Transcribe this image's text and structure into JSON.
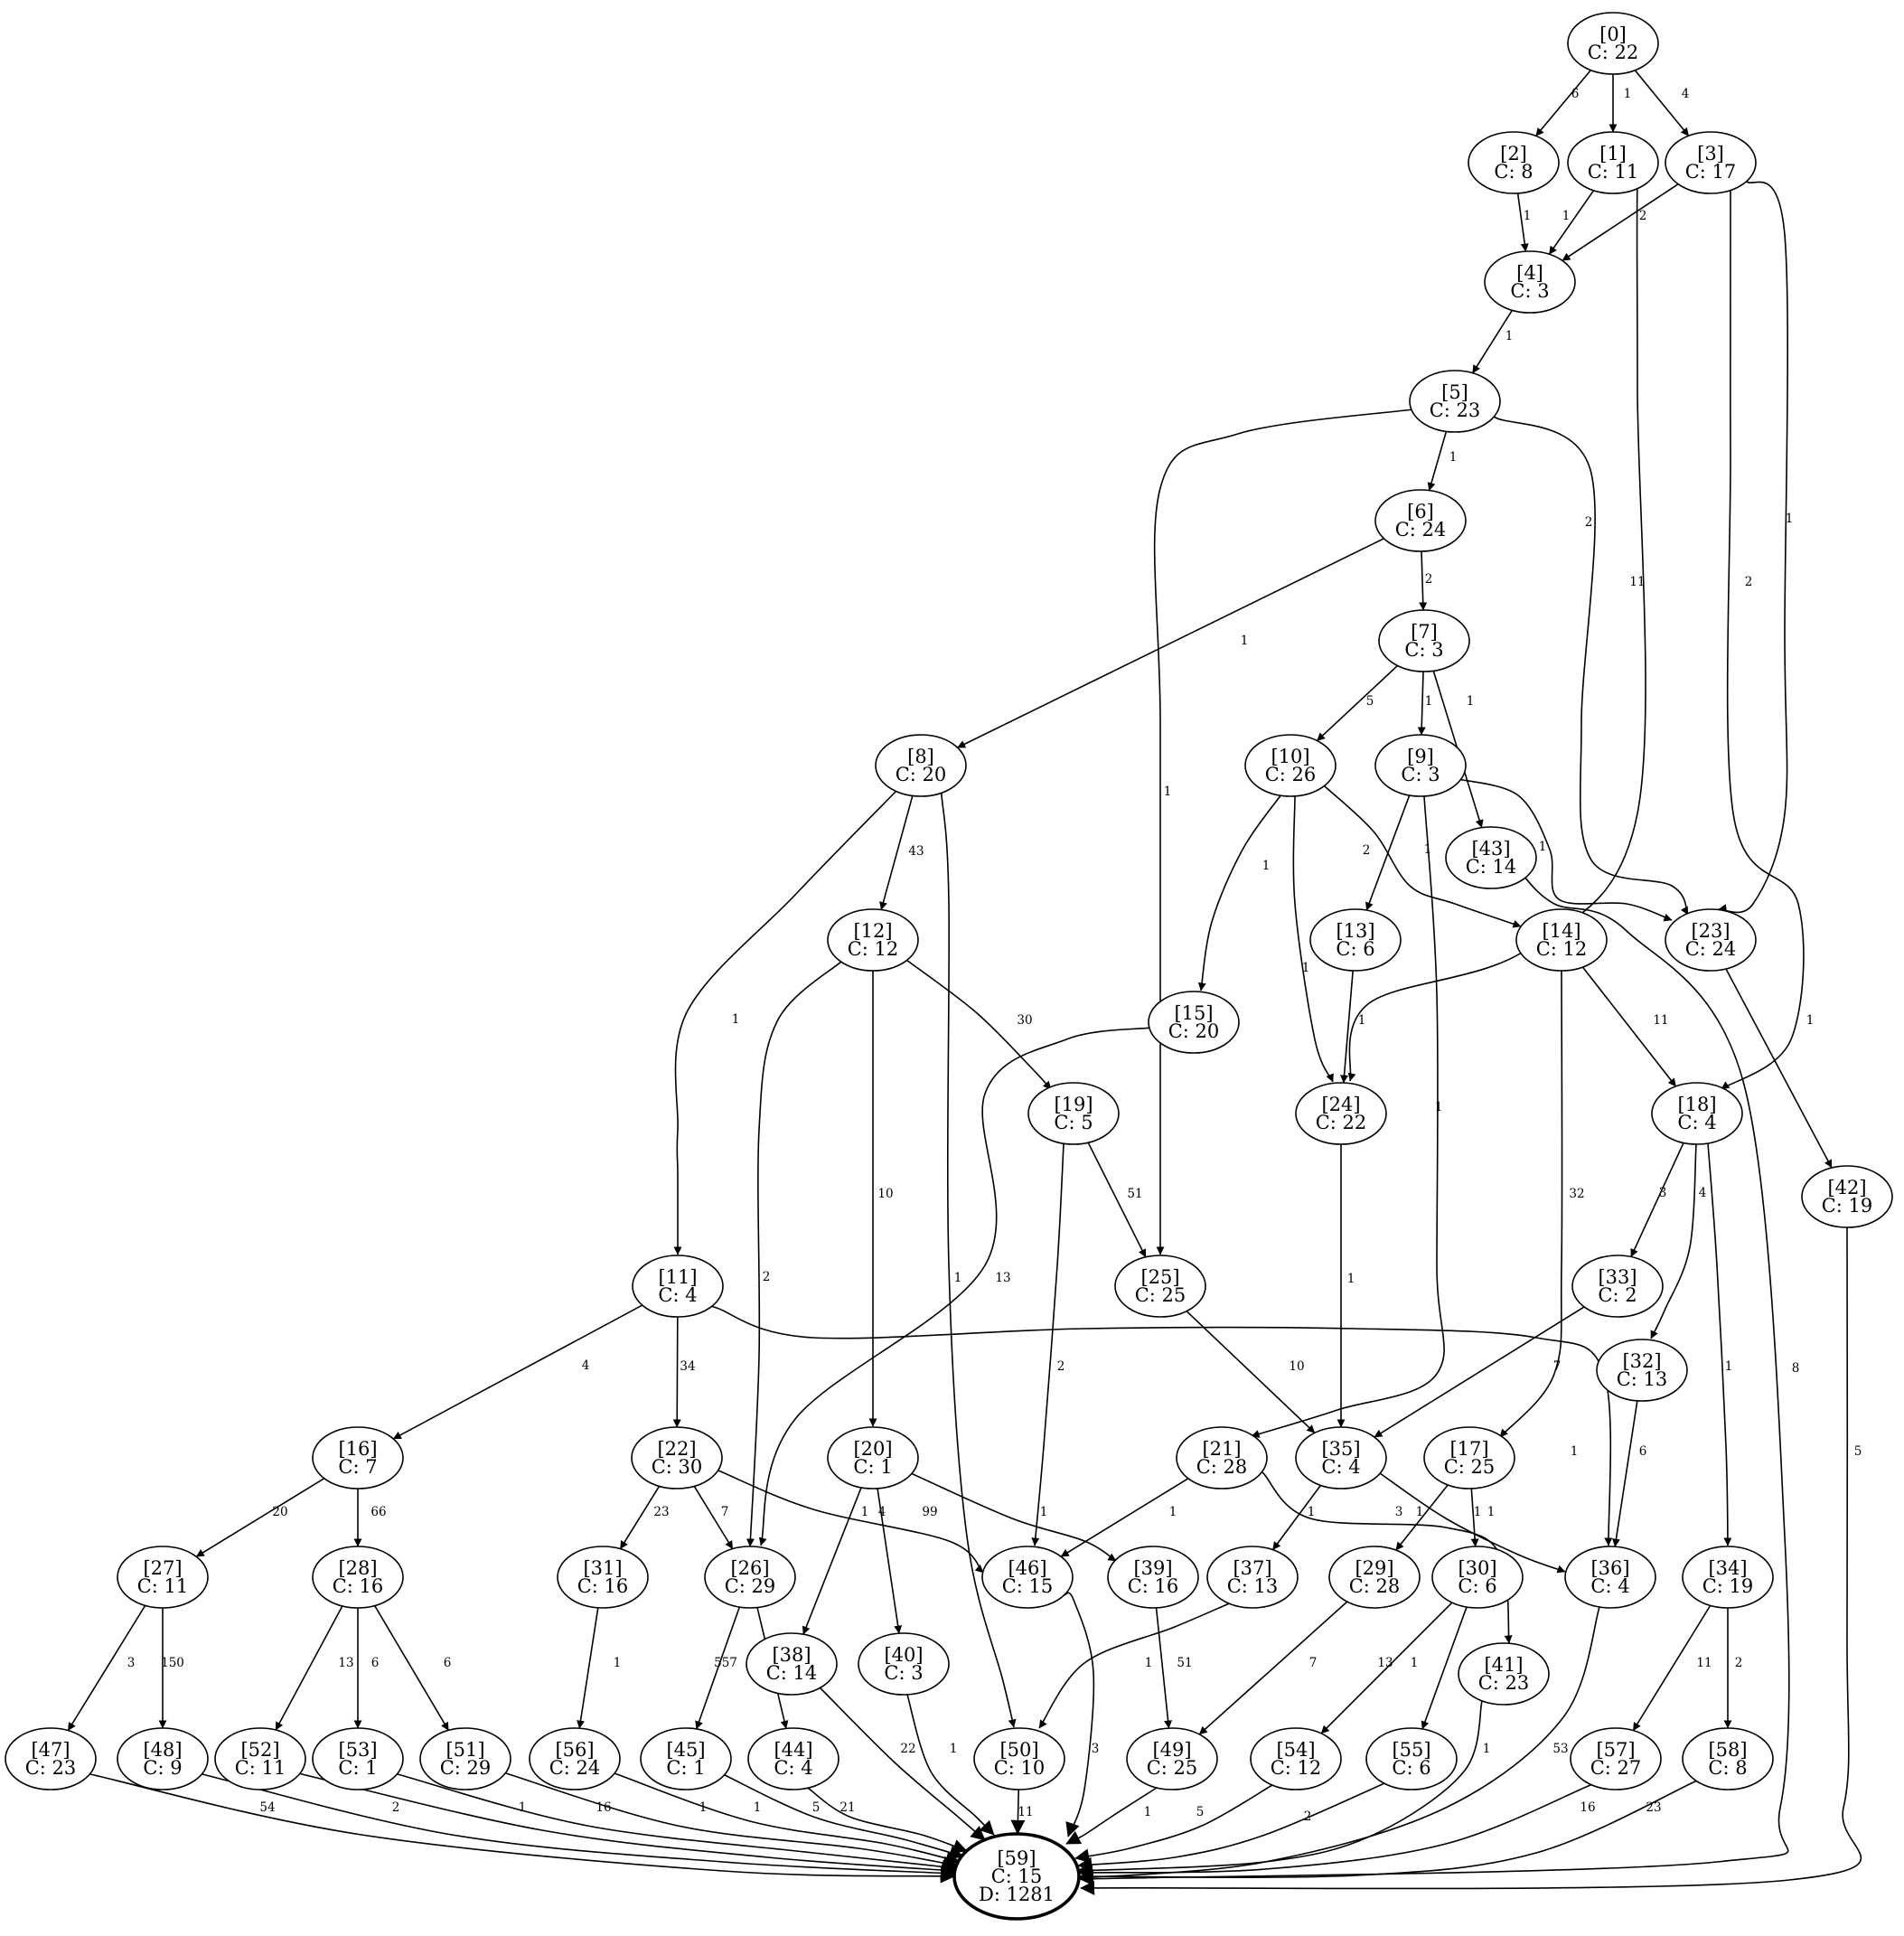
{
  "diagram": {
    "nodes": [
      {
        "id": "0",
        "lines": [
          "[0]",
          "C: 22"
        ]
      },
      {
        "id": "1",
        "lines": [
          "[1]",
          "C: 11"
        ]
      },
      {
        "id": "2",
        "lines": [
          "[2]",
          "C: 8"
        ]
      },
      {
        "id": "3",
        "lines": [
          "[3]",
          "C: 17"
        ]
      },
      {
        "id": "4",
        "lines": [
          "[4]",
          "C: 3"
        ]
      },
      {
        "id": "5",
        "lines": [
          "[5]",
          "C: 23"
        ]
      },
      {
        "id": "6",
        "lines": [
          "[6]",
          "C: 24"
        ]
      },
      {
        "id": "7",
        "lines": [
          "[7]",
          "C: 3"
        ]
      },
      {
        "id": "8",
        "lines": [
          "[8]",
          "C: 20"
        ]
      },
      {
        "id": "9",
        "lines": [
          "[9]",
          "C: 3"
        ]
      },
      {
        "id": "10",
        "lines": [
          "[10]",
          "C: 26"
        ]
      },
      {
        "id": "11",
        "lines": [
          "[11]",
          "C: 4"
        ]
      },
      {
        "id": "12",
        "lines": [
          "[12]",
          "C: 12"
        ]
      },
      {
        "id": "13",
        "lines": [
          "[13]",
          "C: 6"
        ]
      },
      {
        "id": "14",
        "lines": [
          "[14]",
          "C: 12"
        ]
      },
      {
        "id": "15",
        "lines": [
          "[15]",
          "C: 20"
        ]
      },
      {
        "id": "16",
        "lines": [
          "[16]",
          "C: 7"
        ]
      },
      {
        "id": "17",
        "lines": [
          "[17]",
          "C: 25"
        ]
      },
      {
        "id": "18",
        "lines": [
          "[18]",
          "C: 4"
        ]
      },
      {
        "id": "19",
        "lines": [
          "[19]",
          "C: 5"
        ]
      },
      {
        "id": "20",
        "lines": [
          "[20]",
          "C: 1"
        ]
      },
      {
        "id": "21",
        "lines": [
          "[21]",
          "C: 28"
        ]
      },
      {
        "id": "22",
        "lines": [
          "[22]",
          "C: 30"
        ]
      },
      {
        "id": "23",
        "lines": [
          "[23]",
          "C: 24"
        ]
      },
      {
        "id": "24",
        "lines": [
          "[24]",
          "C: 22"
        ]
      },
      {
        "id": "25",
        "lines": [
          "[25]",
          "C: 25"
        ]
      },
      {
        "id": "26",
        "lines": [
          "[26]",
          "C: 29"
        ]
      },
      {
        "id": "27",
        "lines": [
          "[27]",
          "C: 11"
        ]
      },
      {
        "id": "28",
        "lines": [
          "[28]",
          "C: 16"
        ]
      },
      {
        "id": "29",
        "lines": [
          "[29]",
          "C: 28"
        ]
      },
      {
        "id": "30",
        "lines": [
          "[30]",
          "C: 6"
        ]
      },
      {
        "id": "31",
        "lines": [
          "[31]",
          "C: 16"
        ]
      },
      {
        "id": "32",
        "lines": [
          "[32]",
          "C: 13"
        ]
      },
      {
        "id": "33",
        "lines": [
          "[33]",
          "C: 2"
        ]
      },
      {
        "id": "34",
        "lines": [
          "[34]",
          "C: 19"
        ]
      },
      {
        "id": "35",
        "lines": [
          "[35]",
          "C: 4"
        ]
      },
      {
        "id": "36",
        "lines": [
          "[36]",
          "C: 4"
        ]
      },
      {
        "id": "37",
        "lines": [
          "[37]",
          "C: 13"
        ]
      },
      {
        "id": "38",
        "lines": [
          "[38]",
          "C: 14"
        ]
      },
      {
        "id": "39",
        "lines": [
          "[39]",
          "C: 16"
        ]
      },
      {
        "id": "40",
        "lines": [
          "[40]",
          "C: 3"
        ]
      },
      {
        "id": "41",
        "lines": [
          "[41]",
          "C: 23"
        ]
      },
      {
        "id": "42",
        "lines": [
          "[42]",
          "C: 19"
        ]
      },
      {
        "id": "43",
        "lines": [
          "[43]",
          "C: 14"
        ]
      },
      {
        "id": "44",
        "lines": [
          "[44]",
          "C: 4"
        ]
      },
      {
        "id": "45",
        "lines": [
          "[45]",
          "C: 1"
        ]
      },
      {
        "id": "46",
        "lines": [
          "[46]",
          "C: 15"
        ]
      },
      {
        "id": "47",
        "lines": [
          "[47]",
          "C: 23"
        ]
      },
      {
        "id": "48",
        "lines": [
          "[48]",
          "C: 9"
        ]
      },
      {
        "id": "49",
        "lines": [
          "[49]",
          "C: 25"
        ]
      },
      {
        "id": "50",
        "lines": [
          "[50]",
          "C: 10"
        ]
      },
      {
        "id": "51",
        "lines": [
          "[51]",
          "C: 29"
        ]
      },
      {
        "id": "52",
        "lines": [
          "[52]",
          "C: 11"
        ]
      },
      {
        "id": "53",
        "lines": [
          "[53]",
          "C: 1"
        ]
      },
      {
        "id": "54",
        "lines": [
          "[54]",
          "C: 12"
        ]
      },
      {
        "id": "55",
        "lines": [
          "[55]",
          "C: 6"
        ]
      },
      {
        "id": "56",
        "lines": [
          "[56]",
          "C: 24"
        ]
      },
      {
        "id": "57",
        "lines": [
          "[57]",
          "C: 27"
        ]
      },
      {
        "id": "58",
        "lines": [
          "[58]",
          "C: 8"
        ]
      },
      {
        "id": "59",
        "lines": [
          "[59]",
          "C: 15",
          "D: 1281"
        ],
        "terminal": true
      }
    ],
    "edges": [
      {
        "from": "0",
        "to": "2",
        "label": "6"
      },
      {
        "from": "0",
        "to": "1",
        "label": "1"
      },
      {
        "from": "0",
        "to": "3",
        "label": "4"
      },
      {
        "from": "2",
        "to": "4",
        "label": "1"
      },
      {
        "from": "1",
        "to": "4",
        "label": "1"
      },
      {
        "from": "3",
        "to": "4",
        "label": "2"
      },
      {
        "from": "1",
        "to": "24",
        "label": "11"
      },
      {
        "from": "3",
        "to": "18",
        "label": "2"
      },
      {
        "from": "3",
        "to": "23",
        "label": "1"
      },
      {
        "from": "4",
        "to": "5",
        "label": "1"
      },
      {
        "from": "5",
        "to": "6",
        "label": "1"
      },
      {
        "from": "5",
        "to": "25",
        "label": "1"
      },
      {
        "from": "5",
        "to": "23",
        "label": "2"
      },
      {
        "from": "6",
        "to": "7",
        "label": "2"
      },
      {
        "from": "6",
        "to": "8",
        "label": "1"
      },
      {
        "from": "7",
        "to": "10",
        "label": "5"
      },
      {
        "from": "7",
        "to": "9",
        "label": "1"
      },
      {
        "from": "7",
        "to": "43",
        "label": "1"
      },
      {
        "from": "8",
        "to": "12",
        "label": "43"
      },
      {
        "from": "8",
        "to": "11",
        "label": "1"
      },
      {
        "from": "8",
        "to": "50",
        "label": "1"
      },
      {
        "from": "9",
        "to": "13",
        "label": "2"
      },
      {
        "from": "9",
        "to": "21",
        "label": "1"
      },
      {
        "from": "9",
        "to": "23",
        "label": "1"
      },
      {
        "from": "10",
        "to": "15",
        "label": "1"
      },
      {
        "from": "10",
        "to": "24",
        "label": "1"
      },
      {
        "from": "10",
        "to": "14",
        "label": "1"
      },
      {
        "from": "43",
        "to": "59",
        "label": "8"
      },
      {
        "from": "12",
        "to": "19",
        "label": "30"
      },
      {
        "from": "12",
        "to": "20",
        "label": "10"
      },
      {
        "from": "12",
        "to": "26",
        "label": "2"
      },
      {
        "from": "13",
        "to": "24",
        "label": "1"
      },
      {
        "from": "14",
        "to": "18",
        "label": "11"
      },
      {
        "from": "14",
        "to": "17",
        "label": "32"
      },
      {
        "from": "15",
        "to": "26",
        "label": "13"
      },
      {
        "from": "23",
        "to": "42",
        "label": "1"
      },
      {
        "from": "19",
        "to": "25",
        "label": "51"
      },
      {
        "from": "19",
        "to": "46",
        "label": "2"
      },
      {
        "from": "24",
        "to": "35",
        "label": "1"
      },
      {
        "from": "18",
        "to": "33",
        "label": "3"
      },
      {
        "from": "18",
        "to": "32",
        "label": "4"
      },
      {
        "from": "18",
        "to": "34",
        "label": "1"
      },
      {
        "from": "42",
        "to": "59",
        "label": "5"
      },
      {
        "from": "11",
        "to": "16",
        "label": "4"
      },
      {
        "from": "11",
        "to": "22",
        "label": "34"
      },
      {
        "from": "11",
        "to": "36",
        "label": "1"
      },
      {
        "from": "25",
        "to": "35",
        "label": "10"
      },
      {
        "from": "33",
        "to": "35",
        "label": "7"
      },
      {
        "from": "32",
        "to": "36",
        "label": "6"
      },
      {
        "from": "16",
        "to": "27",
        "label": "20"
      },
      {
        "from": "16",
        "to": "28",
        "label": "66"
      },
      {
        "from": "22",
        "to": "31",
        "label": "23"
      },
      {
        "from": "22",
        "to": "26",
        "label": "7"
      },
      {
        "from": "22",
        "to": "46",
        "label": "99"
      },
      {
        "from": "20",
        "to": "38",
        "label": "1"
      },
      {
        "from": "20",
        "to": "40",
        "label": "4"
      },
      {
        "from": "20",
        "to": "39",
        "label": "1"
      },
      {
        "from": "21",
        "to": "46",
        "label": "1"
      },
      {
        "from": "21",
        "to": "41",
        "label": "3"
      },
      {
        "from": "35",
        "to": "37",
        "label": "1"
      },
      {
        "from": "35",
        "to": "36",
        "label": "1"
      },
      {
        "from": "17",
        "to": "29",
        "label": "1"
      },
      {
        "from": "17",
        "to": "30",
        "label": "1"
      },
      {
        "from": "27",
        "to": "47",
        "label": "3"
      },
      {
        "from": "27",
        "to": "48",
        "label": "150"
      },
      {
        "from": "28",
        "to": "52",
        "label": "13"
      },
      {
        "from": "28",
        "to": "53",
        "label": "6"
      },
      {
        "from": "28",
        "to": "51",
        "label": "6"
      },
      {
        "from": "31",
        "to": "56",
        "label": "1"
      },
      {
        "from": "26",
        "to": "45",
        "label": "557"
      },
      {
        "from": "26",
        "to": "44",
        "label": "1"
      },
      {
        "from": "46",
        "to": "59",
        "label": "3"
      },
      {
        "from": "39",
        "to": "49",
        "label": "51"
      },
      {
        "from": "37",
        "to": "50",
        "label": "1"
      },
      {
        "from": "29",
        "to": "49",
        "label": "7"
      },
      {
        "from": "30",
        "to": "54",
        "label": "13"
      },
      {
        "from": "30",
        "to": "55",
        "label": "1"
      },
      {
        "from": "36",
        "to": "59",
        "label": "53"
      },
      {
        "from": "34",
        "to": "57",
        "label": "11"
      },
      {
        "from": "34",
        "to": "58",
        "label": "2"
      },
      {
        "from": "38",
        "to": "59",
        "label": "22"
      },
      {
        "from": "40",
        "to": "59",
        "label": "1"
      },
      {
        "from": "41",
        "to": "59",
        "label": "1"
      },
      {
        "from": "47",
        "to": "59",
        "label": "54"
      },
      {
        "from": "48",
        "to": "59",
        "label": "2"
      },
      {
        "from": "52",
        "to": "59",
        "label": "1"
      },
      {
        "from": "53",
        "to": "59",
        "label": "16"
      },
      {
        "from": "51",
        "to": "59",
        "label": "1"
      },
      {
        "from": "56",
        "to": "59",
        "label": "1"
      },
      {
        "from": "45",
        "to": "59",
        "label": "5"
      },
      {
        "from": "44",
        "to": "59",
        "label": "21"
      },
      {
        "from": "50",
        "to": "59",
        "label": "11"
      },
      {
        "from": "49",
        "to": "59",
        "label": "1"
      },
      {
        "from": "54",
        "to": "59",
        "label": "5"
      },
      {
        "from": "55",
        "to": "59",
        "label": "2"
      },
      {
        "from": "57",
        "to": "59",
        "label": "16"
      },
      {
        "from": "58",
        "to": "59",
        "label": "23"
      }
    ]
  }
}
